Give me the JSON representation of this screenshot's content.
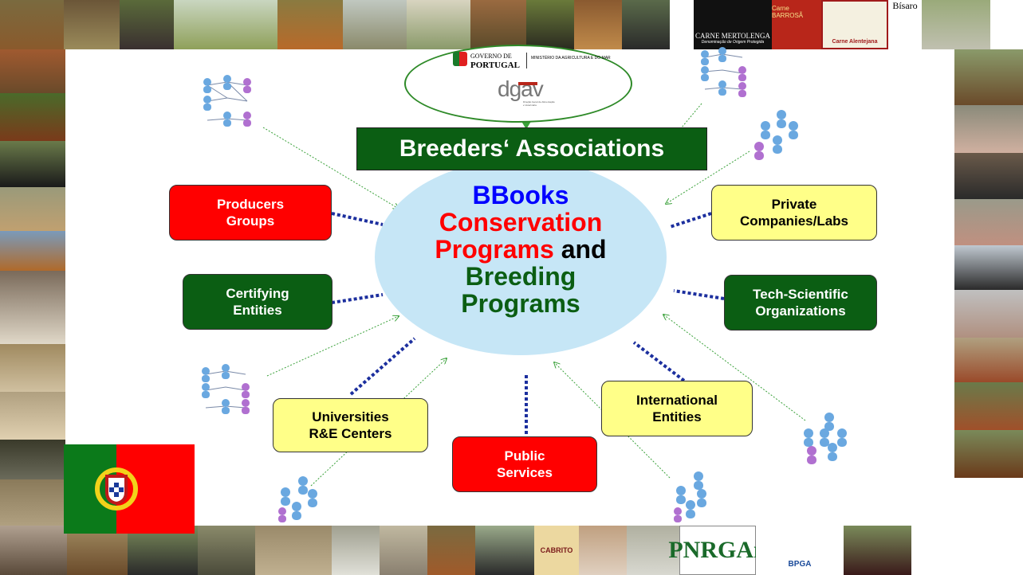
{
  "logos": {
    "carne_mertolenga": "CARNE MERTOLENGA",
    "carne_mertolenga_sub": "Denominação de Origem Protegida",
    "carne_barrosa": "Carne BARROSÃ",
    "carne_alentejana": "Carne Alentejana",
    "bisaro": "Bísaro",
    "cabrito": "CABRITO",
    "pnrgan": "PNRGAn",
    "bpga": "BPGA"
  },
  "header": {
    "governo": "GOVERNO DE",
    "portugal": "PORTUGAL",
    "ministerio": "MINISTÉRIO DA AGRICULTURA E DO MAR",
    "dgav": "dgav",
    "dgav_sub": "Direção Geral de Alimentação e Veterinária"
  },
  "center": {
    "title": "Breeders‘ Associations",
    "line1": "BBooks",
    "line2": "Conservation",
    "line3a": "Programs",
    "line3b": " and",
    "line4": "Breeding",
    "line5": "Programs"
  },
  "nodes": {
    "producers": "Producers\nGroups",
    "certifying": "Certifying\nEntities",
    "universities": "Universities\nR&E Centers",
    "public": "Public\nServices",
    "international": "International\nEntities",
    "tech": "Tech-Scientific\nOrganizations",
    "private": "Private\nCompanies/Labs"
  },
  "colors": {
    "red": "#ff0000",
    "green": "#0b5e13",
    "yellow": "#ffff88",
    "blue_text": "#0000ff",
    "ellipse": "#c6e6f6",
    "connector": "#1c2f9e",
    "arrow": "#3aa13a"
  },
  "icons": {
    "network": "people-network-icon",
    "flag": "portugal-flag-icon"
  }
}
